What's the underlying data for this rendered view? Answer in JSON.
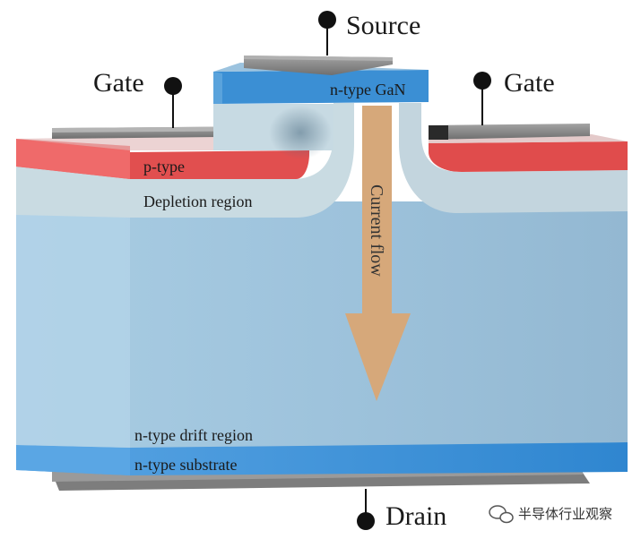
{
  "terminals": {
    "source": "Source",
    "gate_left": "Gate",
    "gate_right": "Gate",
    "drain": "Drain"
  },
  "layers": {
    "n_gan": "n-type GaN",
    "p_type": "p-type",
    "depletion": "Depletion region",
    "drift": "n-type drift region",
    "substrate": "n-type substrate"
  },
  "arrow_label": "Current flow",
  "watermark": "半导体行业观察",
  "colors": {
    "metal": "#8c8c8c",
    "n_gan": "#3b8fd4",
    "p_type": "#e05050",
    "depletion": "#c9dbe2",
    "drift": "#9fc4dd",
    "substrate": "#3a8fd6",
    "arrow": "#d6a87a"
  }
}
